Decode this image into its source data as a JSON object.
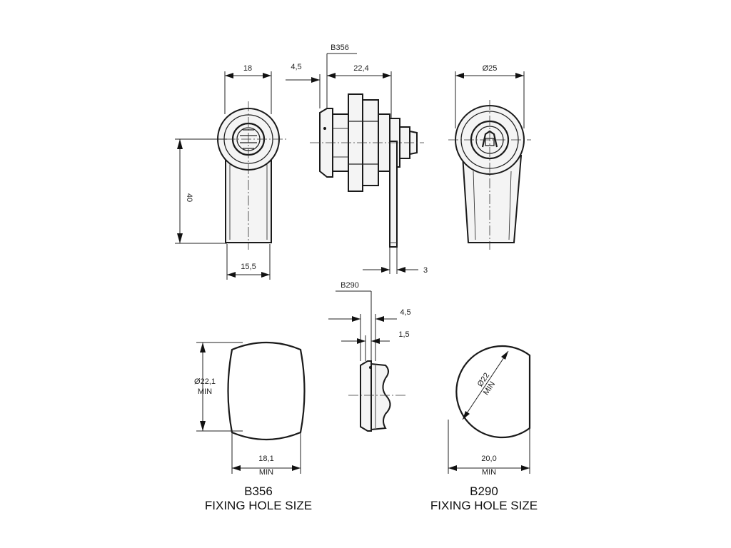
{
  "dimensions": {
    "front_width": "18",
    "front_height": "40",
    "front_bottom_width": "15,5",
    "side_flange": "4,5",
    "side_model": "B356",
    "side_length": "22,4",
    "side_cam": "3",
    "back_diameter": "Ø25",
    "small_model": "B290",
    "small_a": "4,5",
    "small_b": "1,5",
    "hole1_dia_line1": "Ø22,1",
    "hole1_dia_line2": "MIN",
    "hole1_width_line1": "18,1",
    "hole1_width_line2": "MIN",
    "hole2_dia_line1": "Ø22",
    "hole2_dia_line2": "MIN",
    "hole2_width_line1": "20,0",
    "hole2_width_line2": "MIN"
  },
  "captions": {
    "hole1_model": "B356",
    "hole1_label": "FIXING HOLE SIZE",
    "hole2_model": "B290",
    "hole2_label": "FIXING HOLE SIZE"
  }
}
